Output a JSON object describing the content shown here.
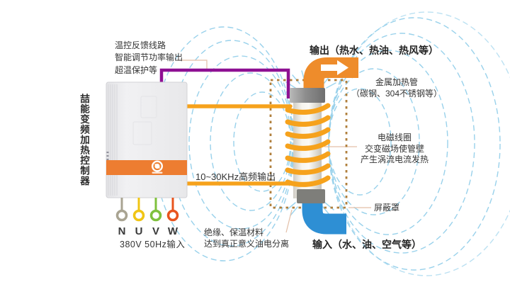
{
  "controller": {
    "title_vertical": "喆能变频加热控制器",
    "power_input_label": "380V 50Hz输入",
    "terminals": [
      {
        "label": "N",
        "color": "#a9a492"
      },
      {
        "label": "U",
        "color": "#f0c515"
      },
      {
        "label": "V",
        "color": "#7fc13d"
      },
      {
        "label": "W",
        "color": "#e8541e"
      }
    ]
  },
  "annotations": {
    "feedback": {
      "line1": "温控反馈线路",
      "line2": "智能调节功率输出",
      "line3": "超温保护等"
    },
    "hf_output": "10~30KHz高频输出",
    "output": "输出（热水、热油、热风等）",
    "heating_tube": {
      "line1": "金属加热管",
      "line2": "（碳钢、304不锈钢等）"
    },
    "coil": {
      "line1": "电磁线圈",
      "line2": "交变磁场使管壁",
      "line3": "产生涡流电流发热"
    },
    "shield": "屏蔽罩",
    "insulation": {
      "line1": "绝缘、保温材料",
      "line2": "达到真正意义油电分离"
    },
    "input": "输入（水、油、空气等）"
  },
  "colors": {
    "coil_orange": "#f6a21c",
    "pipe_orange": "#ee8c2b",
    "pipe_blue": "#2e8fd4",
    "wire_purple": "#8e1093",
    "field_line_blue": "#8ecde9",
    "shield_dash_brown": "#b07f3c",
    "device_band_orange": "#ed7d31",
    "connector_tan": "#e3bfa8"
  }
}
